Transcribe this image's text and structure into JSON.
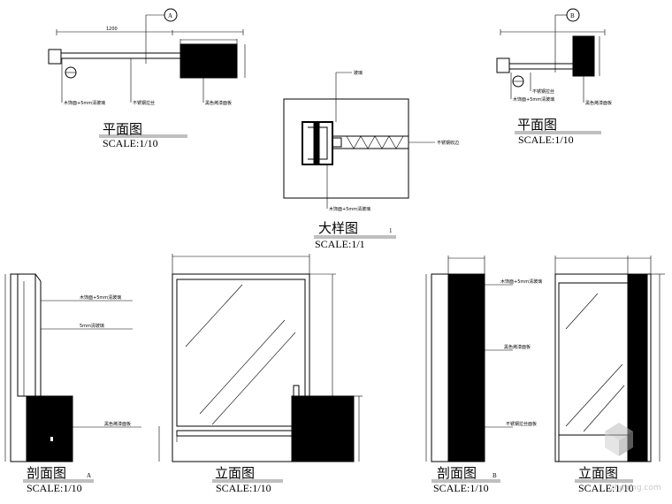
{
  "plan_a": {
    "title": "平面图",
    "scale": "SCALE:1/10",
    "marker": "A",
    "note1": "木饰面+5mm清玻璃",
    "note2": "不锈钢拉丝",
    "note3": "黑色烤漆面板"
  },
  "plan_b": {
    "title": "平面图",
    "scale": "SCALE:1/10",
    "marker": "B",
    "note1": "木饰面+5mm清玻璃",
    "note2": "不锈钢拉丝",
    "note3": "黑色烤漆面板"
  },
  "detail": {
    "title": "大样图",
    "number": "1",
    "scale": "SCALE:1/1",
    "note_top": "玻璃",
    "note_right": "不锈钢收边",
    "note_bottom": "木饰面+5mm清玻璃"
  },
  "section_a": {
    "title": "剖面图",
    "marker": "A",
    "scale": "SCALE:1/10",
    "note1": "木饰面+5mm清玻璃",
    "note2": "5mm清玻璃",
    "note3": "黑色烤漆面板"
  },
  "elev_1": {
    "title": "立面图",
    "scale": "SCALE:1/10"
  },
  "section_b": {
    "title": "剖面图",
    "marker": "B",
    "scale": "SCALE:1/10",
    "note1": "木饰面+5mm清玻璃",
    "note2": "黑色烤漆面板",
    "note3": "不锈钢拉丝面板"
  },
  "elev_2": {
    "title": "立面图",
    "scale": "SCALE:1/10"
  },
  "watermark": "zhulong.com"
}
